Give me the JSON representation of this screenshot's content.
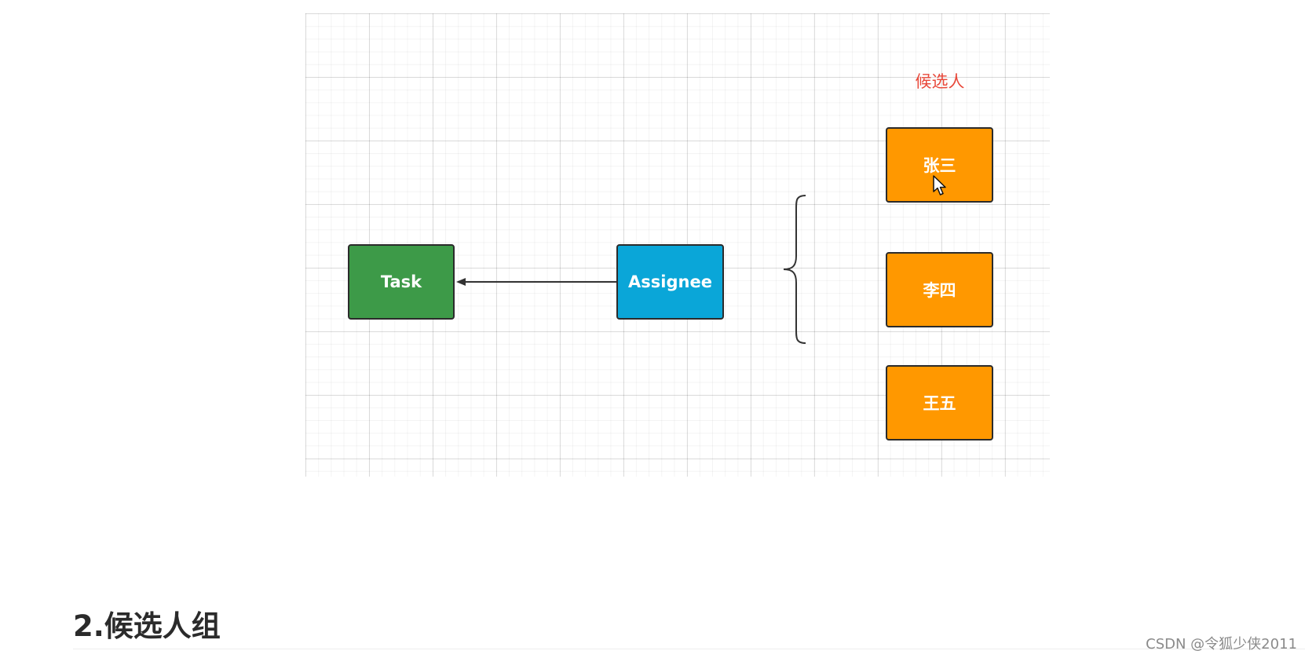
{
  "diagram": {
    "nodes": {
      "task": "Task",
      "assignee": "Assignee"
    },
    "candidates_label": "候选人",
    "candidates": [
      "张三",
      "李四",
      "王五"
    ],
    "colors": {
      "task": "#3d9a48",
      "assignee": "#0aa6d8",
      "candidate": "#ff9800",
      "candidates_label": "#e8483a"
    }
  },
  "section": {
    "heading": "2.候选人组"
  },
  "watermark": "CSDN @令狐少侠2011"
}
